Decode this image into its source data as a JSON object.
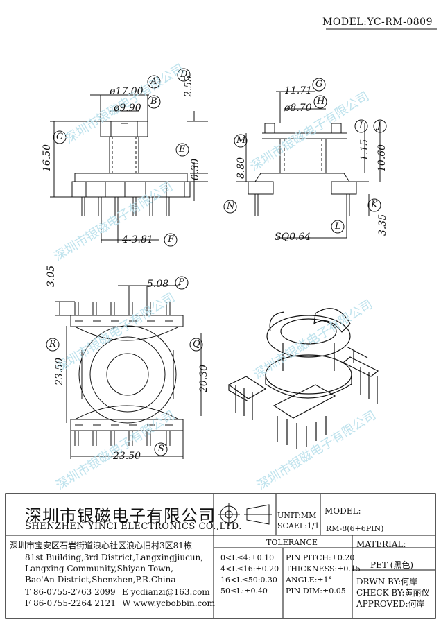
{
  "header": {
    "model_label": "MODEL:YC-RM-0809"
  },
  "dimensions": {
    "top_left": [
      "ø17.00",
      "ø9.90",
      "2.55",
      "16.50",
      "0.30",
      "4-3.81"
    ],
    "top_right": [
      "11.71",
      "ø8.70",
      "8.80",
      "1.15",
      "10.60",
      "SQ0.64",
      "3.35"
    ],
    "bottom_left": [
      "3.05",
      "5.08",
      "23.50",
      "20.30",
      "23.50"
    ]
  },
  "callouts": [
    "A",
    "B",
    "C",
    "D",
    "E",
    "F",
    "G",
    "H",
    "I",
    "J",
    "K",
    "L",
    "M",
    "N",
    "P",
    "Q",
    "R",
    "S"
  ],
  "watermark": "深圳市银磁电子有限公司",
  "title_block": {
    "company_cn": "深圳市银磁电子有限公司",
    "company_en": "SHENZHEN YINCI ELECTRONICS CO.,LTD.",
    "address_cn": "深圳市宝安区石岩街道浪心社区浪心旧村3区81栋",
    "address_en_1": "81st Building,3rd District,Langxingjiucun,",
    "address_en_2": "Langxing Community,Shiyan Town,",
    "address_en_3": "Bao'An District,Shenzhen,P.R.China",
    "tel": "T 86-0755-2763 2099",
    "fax": "F 86-0755-2264 2121",
    "email": "E ycdianzi@163.com",
    "web": "W www.ycbobbin.com",
    "unit": "UNIT:MM",
    "scale": "SCAEL:1/1",
    "model_title": "MODEL:",
    "model_value": "RM-8(6+6PIN)",
    "tolerance_title": "TOLERANCE",
    "tol_1": "0<L≤4:±0.10",
    "tol_2": "4<L≤16:±0.20",
    "tol_3": "16<L≤50:0.30",
    "tol_4": "50≤L:±0.40",
    "pin_pitch": "PIN PITCH:±0.20",
    "thickness": "THICKNESS:±0.15",
    "angle": "ANGLE:±1°",
    "pin_dim": "PIN DIM:±0.05",
    "material_title": "MATERIAL:",
    "material_value": "PET (黑色)",
    "drawn": "DRWN BY:何岸",
    "check": "CHECK BY:黄丽仪",
    "approved": "APPROVED:何岸"
  }
}
